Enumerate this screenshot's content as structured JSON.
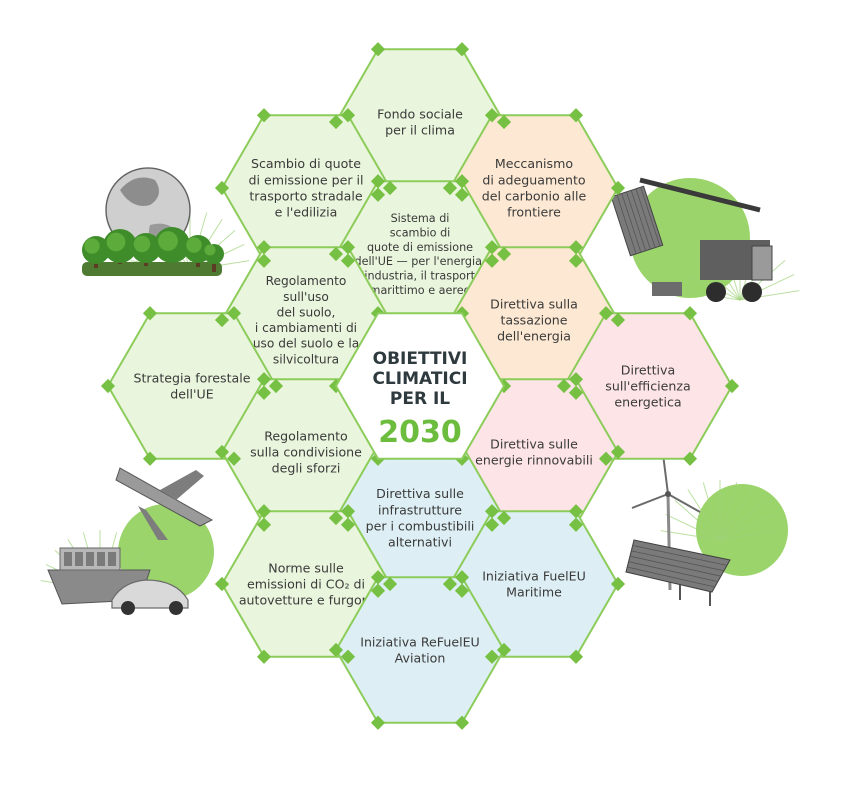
{
  "colors": {
    "green_fill": "#eaf5dd",
    "orange_fill": "#fde9d3",
    "pink_fill": "#fde4e6",
    "blue_fill": "#ddeff4",
    "white_fill": "#ffffff",
    "stroke": "#8ccc5a",
    "node": "#76c043",
    "accent_green": "#6cbc3e"
  },
  "center": {
    "lines": [
      "OBIETTIVI",
      "CLIMATICI",
      "PER IL"
    ],
    "year": "2030"
  },
  "hexes": [
    {
      "id": "fondo-sociale",
      "color": "green",
      "text": [
        "Fondo sociale",
        "per il clima"
      ]
    },
    {
      "id": "scambio-quote-trasporto",
      "color": "green",
      "text": [
        "Scambio di quote",
        "di emissione per il",
        "trasporto stradale",
        "e l'edilizia"
      ]
    },
    {
      "id": "meccanismo-carbonio",
      "color": "orange",
      "text": [
        "Meccanismo",
        "di adeguamento",
        "del carbonio alle",
        "frontiere"
      ]
    },
    {
      "id": "sistema-scambio-quote",
      "color": "green",
      "text": [
        "Sistema di",
        "scambio di",
        "quote di emissione",
        "dell'UE — per l'energia,",
        "l'industria, il trasporto",
        "marittimo e aereo"
      ]
    },
    {
      "id": "uso-del-suolo",
      "color": "green",
      "text": [
        "Regolamento",
        "sull'uso",
        "del suolo,",
        "i cambiamenti di",
        "uso del suolo e la",
        "silvicoltura"
      ]
    },
    {
      "id": "tassazione-energia",
      "color": "orange",
      "text": [
        "Direttiva sulla",
        "tassazione",
        "dell'energia"
      ]
    },
    {
      "id": "strategia-forestale",
      "color": "green",
      "text": [
        "Strategia forestale",
        "dell'UE"
      ]
    },
    {
      "id": "efficienza-energetica",
      "color": "pink",
      "text": [
        "Direttiva",
        "sull'efficienza",
        "energetica"
      ]
    },
    {
      "id": "condivisione-sforzi",
      "color": "green",
      "text": [
        "Regolamento",
        "sulla condivisione",
        "degli sforzi"
      ]
    },
    {
      "id": "energie-rinnovabili",
      "color": "pink",
      "text": [
        "Direttiva sulle",
        "energie rinnovabili"
      ]
    },
    {
      "id": "infrastrutture-combustibili",
      "color": "blue",
      "text": [
        "Direttiva sulle",
        "infrastrutture",
        "per i combustibili",
        "alternativi"
      ]
    },
    {
      "id": "norme-co2",
      "color": "green",
      "text": [
        "Norme sulle",
        "emissioni di CO₂ di",
        "autovetture e furgoni"
      ]
    },
    {
      "id": "fueleu-maritime",
      "color": "blue",
      "text": [
        "Iniziativa FuelEU",
        "Maritime"
      ]
    },
    {
      "id": "refueleu-aviation",
      "color": "blue",
      "text": [
        "Iniziativa ReFuelEU",
        "Aviation"
      ]
    }
  ],
  "illustrations": [
    {
      "id": "earth-forest",
      "icon": "earth-with-trees-icon"
    },
    {
      "id": "container-port",
      "icon": "container-crane-icon"
    },
    {
      "id": "transport",
      "icon": "airplane-ship-car-icon"
    },
    {
      "id": "renewables",
      "icon": "wind-turbine-solar-panel-icon"
    }
  ]
}
